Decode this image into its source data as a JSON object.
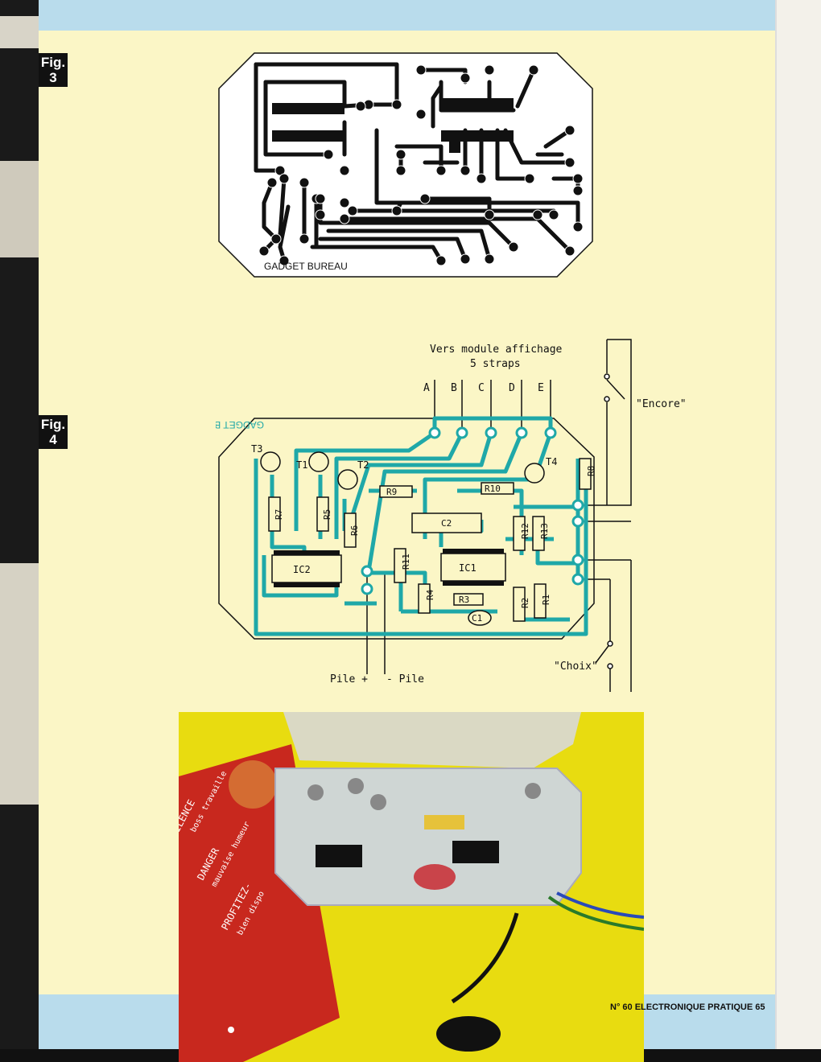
{
  "fig3": {
    "label_line1": "Fig.",
    "label_line2": "3",
    "board_caption": "GADGET BUREAU"
  },
  "fig4": {
    "label_line1": "Fig.",
    "label_line2": "4",
    "title_line1": "Vers module affichage",
    "title_line2": "5 straps",
    "board_caption_mirrored": "GADGET BUREAU",
    "straps": [
      "A",
      "B",
      "C",
      "D",
      "E"
    ],
    "components": {
      "t3": "T3",
      "t1": "T1",
      "t2": "T2",
      "t4": "T4",
      "r1": "R1",
      "r2": "R2",
      "r3": "R3",
      "r4": "R4",
      "r5": "R5",
      "r6": "R6",
      "r7": "R7",
      "r8": "R8",
      "r9": "R9",
      "r10": "R10",
      "r11": "R11",
      "r12": "R12",
      "r13": "R13",
      "c1": "C1",
      "c2": "C2",
      "ic1": "IC1",
      "ic2": "IC2"
    },
    "switch_encore": "\"Encore\"",
    "switch_choix": "\"Choix\"",
    "pile_plus": "Pile +",
    "pile_minus": "- Pile"
  },
  "photo": {
    "card_line1": "ILENCE",
    "card_line2": "boss travaille",
    "card_line3": "DANGER",
    "card_line4": "mauvaise humeur",
    "card_line5": "PROFITEZ-",
    "card_line6": "bien dispo"
  },
  "footer": "N° 60 ELECTRONIQUE PRATIQUE 65",
  "colors": {
    "page_yellow": "#fbf6c6",
    "margin_blue": "#b9dcec",
    "trace_cyan": "#1fa8a8",
    "photo_yellow": "#e8dc10",
    "card_red": "#c8281e"
  }
}
